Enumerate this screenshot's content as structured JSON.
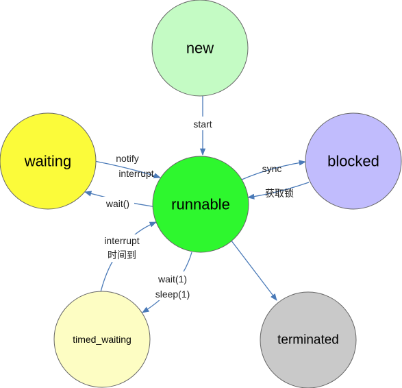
{
  "nodes": {
    "new": {
      "label": "new",
      "fill": "#c4fbc4"
    },
    "runnable": {
      "label": "runnable",
      "fill": "#2ef72e"
    },
    "waiting": {
      "label": "waiting",
      "fill": "#fbfb3a"
    },
    "blocked": {
      "label": "blocked",
      "fill": "#c1bcfd"
    },
    "timed_waiting": {
      "label": "timed_waiting",
      "fill": "#fdfdc3"
    },
    "terminated": {
      "label": "terminated",
      "fill": "#c9c9c9"
    }
  },
  "edges": {
    "start": {
      "label": "start"
    },
    "notify_interrupt": {
      "line1": "notify",
      "line2": "interrupt"
    },
    "wait": {
      "label": "wait()"
    },
    "sync": {
      "label": "sync"
    },
    "lock": {
      "label": "获取锁"
    },
    "interrupt_timeout": {
      "line1": "interrupt",
      "line2": "时间到"
    },
    "wait_sleep": {
      "line1": "wait(1)",
      "line2": "sleep(1)"
    }
  },
  "colors": {
    "edge": "#4a7ab8",
    "node_stroke": "#666666"
  }
}
